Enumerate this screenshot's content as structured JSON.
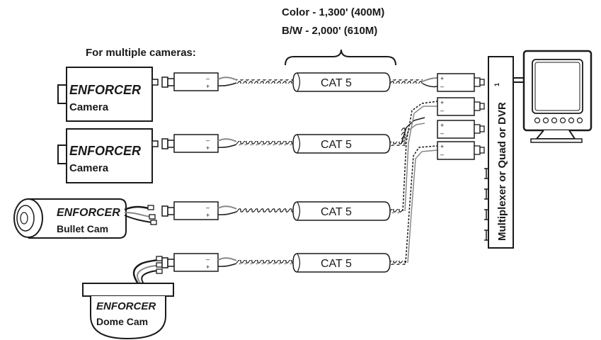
{
  "spec": {
    "color_line": "Color -  1,300' (400M)",
    "bw_line": "B/W -    2,000' (610M)"
  },
  "heading": "For multiple cameras:",
  "brand": "ENFORCER",
  "cameras": [
    {
      "type": "Camera"
    },
    {
      "type": "Camera"
    },
    {
      "type": "Bullet Cam"
    },
    {
      "type": "Dome Cam"
    }
  ],
  "cable_label": "CAT 5",
  "balun_plus": "+",
  "balun_minus": "–",
  "recorder": {
    "label": "Multiplexer or Quad or DVR",
    "superscript": "1"
  },
  "colors": {
    "line": "#1a1a1a",
    "wire_gray": "#888888"
  }
}
